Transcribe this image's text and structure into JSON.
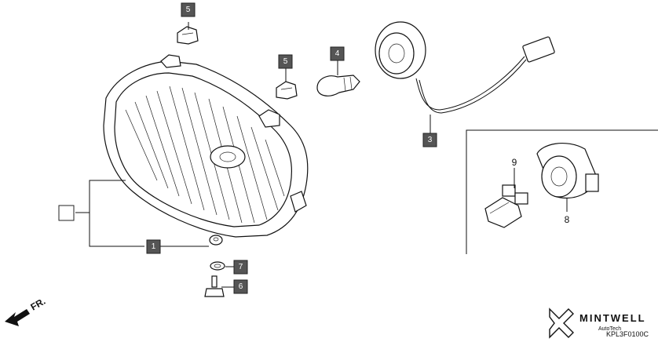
{
  "callouts": {
    "c1": "1",
    "c3": "3",
    "c4": "4",
    "c5a": "5",
    "c5b": "5",
    "c6": "6",
    "c7": "7",
    "c8": "8",
    "c9": "9"
  },
  "direction_label": "FR.",
  "brand": {
    "name": "MINTWELL",
    "sub": "AutoTech"
  },
  "diagram_code": "KPL3F0100C"
}
